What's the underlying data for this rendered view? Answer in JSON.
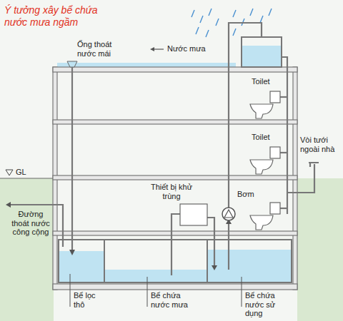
{
  "diagram": {
    "title": "Ý tưởng xây bể chứa nước mưa ngầm",
    "labels": [
      "Ống thoát nước mái",
      "Nước mưa",
      "Toilet",
      "Toilet",
      "Vòi tưới ngoài nhà",
      "GL",
      "Đường thoát nước công cộng",
      "Thiết bị khử trùng",
      "Bơm",
      "Bể lọc thô",
      "Bể chứa nước mưa",
      "Bể chứa nước sử dụng"
    ]
  }
}
